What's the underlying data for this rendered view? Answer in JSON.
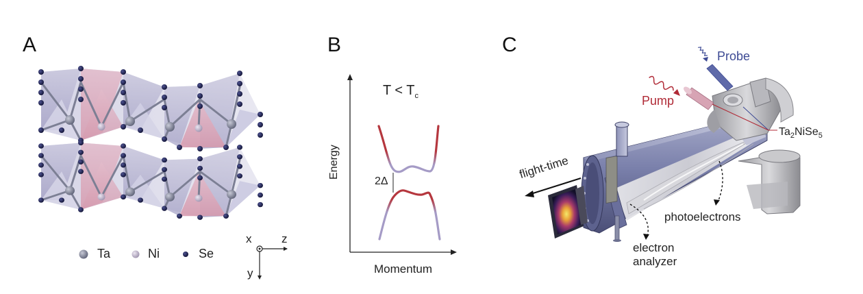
{
  "panels": {
    "a": {
      "letter": "A"
    },
    "b": {
      "letter": "B"
    },
    "c": {
      "letter": "C"
    }
  },
  "panel_a": {
    "legend": [
      {
        "label": "Ta",
        "color": "#6b6f86"
      },
      {
        "label": "Ni",
        "color": "#b7aec3"
      },
      {
        "label": "Se",
        "color": "#1c1f4a"
      }
    ],
    "axes": {
      "x": "x",
      "z": "z",
      "y": "y"
    }
  },
  "panel_b": {
    "condition_main": "T < T",
    "condition_sub": "c",
    "y_axis_label": "Energy",
    "x_axis_label": "Momentum",
    "gap_label": "2Δ",
    "colors": {
      "band_red": "#b5373e",
      "band_lilac": "#a59bc6",
      "axis": "#222222"
    }
  },
  "panel_c": {
    "pump_label": "Pump",
    "probe_label": "Probe",
    "sample_main": "Ta",
    "sample_sub_1": "2",
    "sample_mid": "NiSe",
    "sample_sub_2": "5",
    "flight_time_label": "flight-time",
    "photoelectrons_label": "photoelectrons",
    "analyzer_label_line1": "electron",
    "analyzer_label_line2": "analyzer",
    "colors": {
      "pump": "#b02a36",
      "probe": "#3d4a94",
      "chamber": "#737aa6"
    }
  }
}
